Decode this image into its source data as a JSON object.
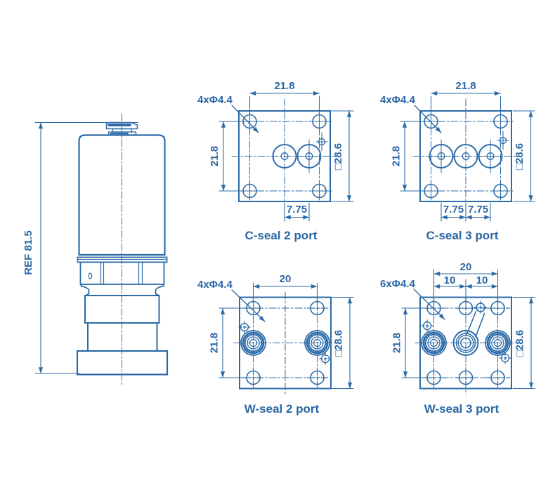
{
  "drawing": {
    "line_color": "#2d6ba8",
    "background": "#ffffff"
  },
  "valve_side_view": {
    "ref_dimension": "REF 81.5"
  },
  "diagrams": {
    "c_seal_2_port": {
      "title": "C-seal 2 port",
      "hole_callout": "4xΦ4.4",
      "dim_top": "21.8",
      "dim_left": "21.8",
      "dim_right": "□28.6",
      "dim_bottom": "7.75"
    },
    "c_seal_3_port": {
      "title": "C-seal 3 port",
      "hole_callout": "4xΦ4.4",
      "dim_top": "21.8",
      "dim_left": "21.8",
      "dim_right": "□28.6",
      "dim_bottom_left": "7.75",
      "dim_bottom_right": "7.75"
    },
    "w_seal_2_port": {
      "title": "W-seal 2 port",
      "hole_callout": "4xΦ4.4",
      "dim_top": "20",
      "dim_left": "21.8",
      "dim_right": "□28.6"
    },
    "w_seal_3_port": {
      "title": "W-seal 3 port",
      "hole_callout": "6xΦ4.4",
      "dim_top": "20",
      "dim_sub_left": "10",
      "dim_sub_right": "10",
      "dim_left": "21.8",
      "dim_right": "□28.6"
    }
  }
}
